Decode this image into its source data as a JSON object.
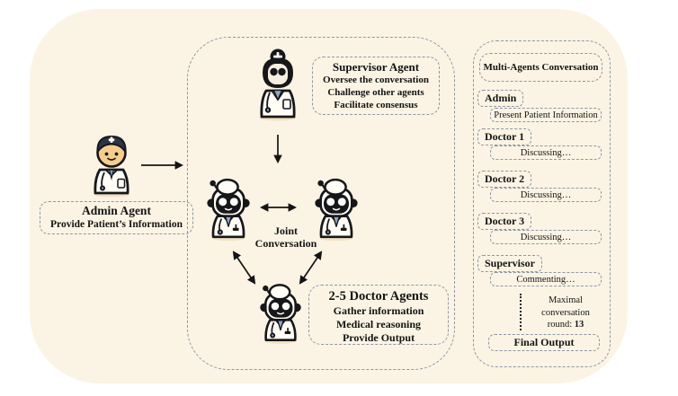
{
  "colors": {
    "page_background": "#ffffff",
    "panel_background": "#fbf4e4",
    "dashed_border": "#8e96a8",
    "text": "#141414",
    "accent_blue": "#8ea6c6"
  },
  "admin": {
    "avatar_icon": "doctor-person-icon",
    "title": "Admin Agent",
    "subtitle": "Provide Patient’s Information"
  },
  "center": {
    "supervisor": {
      "avatar_icon": "supervisor-robot-icon",
      "title": "Supervisor Agent",
      "lines": [
        "Oversee the conversation",
        "Challenge other agents",
        "Facilitate consensus"
      ]
    },
    "joint_label": "Joint Conversation",
    "doctors": {
      "avatar_icon": "doctor-robot-icon",
      "title": "2-5 Doctor Agents",
      "lines": [
        "Gather information",
        "Medical reasoning",
        "Provide Output"
      ]
    }
  },
  "sidebar": {
    "title": "Multi-Agents Conversation",
    "entries": [
      {
        "speaker": "Admin",
        "message": "Present Patient Information"
      },
      {
        "speaker": "Doctor 1",
        "message": "Discussing…"
      },
      {
        "speaker": "Doctor 2",
        "message": "Discussing…"
      },
      {
        "speaker": "Doctor 3",
        "message": "Discussing…"
      },
      {
        "speaker": "Supervisor",
        "message": "Commenting…"
      }
    ],
    "note": {
      "line1": "Maximal",
      "line2": "conversation",
      "round_label": "round:",
      "round_value": "13"
    },
    "final_label": "Final Output"
  }
}
